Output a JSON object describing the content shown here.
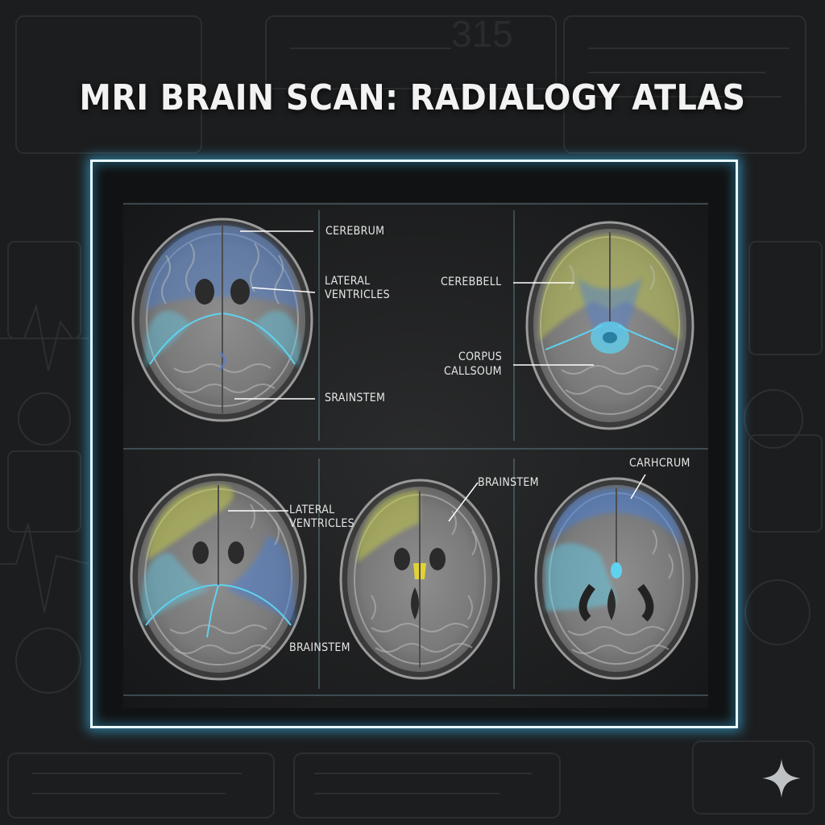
{
  "title": "MRI BRAIN SCAN: RADIALOGY ATLAS",
  "background_ghost_number": "315",
  "colors": {
    "frame_border": "#e9fbff",
    "frame_glow": "#3cc8ff",
    "overlay_blue": "#4a7fd6",
    "overlay_cyan": "#5fd2f0",
    "overlay_yellow": "#c8d046",
    "leader_line": "#ffffff"
  },
  "labels": {
    "top_left_cerebrum": "CEREBRUM",
    "top_left_lateral_ventricles_1": "LATERAL",
    "top_left_lateral_ventricles_2": "VENTRICLES",
    "top_left_brainstem": "SRAINSTEM",
    "top_right_cerebbell": "CEREBBELL",
    "top_right_corpus_1": "CORPUS",
    "top_right_corpus_2": "CALLSOUM",
    "bottom_left_lateral_ventricles_1": "LATERAL",
    "bottom_left_lateral_ventricles_2": "VENTRICLES",
    "bottom_left_brainstem": "BRAINSTEM",
    "bottom_middle_brainstem": "BRAINSTEM",
    "bottom_right_carhcrum": "CARHCRUM"
  },
  "icons": {
    "sparkle": "sparkle-star-icon"
  }
}
